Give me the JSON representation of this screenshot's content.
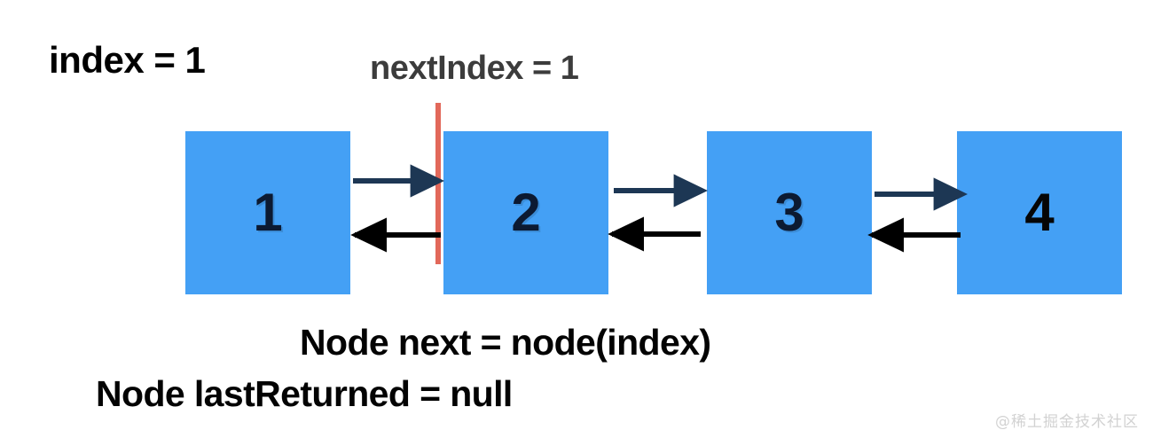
{
  "diagram": {
    "title": "LinkedList iterator state diagram",
    "background_color": "#ffffff",
    "labels": {
      "index": "index = 1",
      "next_index": "nextIndex = 1",
      "node_next": "Node next = node(index)",
      "last_returned": "Node lastReturned = null"
    },
    "colors": {
      "node_fill": "#44a0f5",
      "marker_red": "#e2685a",
      "forward_arrow": "#1d3754",
      "back_arrow": "#000000",
      "index_text": "#000000",
      "next_index_text": "#3c3c3c",
      "code_text": "#030303",
      "watermark_text": "#d2d2d2"
    },
    "nodes": [
      {
        "value": "1",
        "value_color": "navy"
      },
      {
        "value": "2",
        "value_color": "navy"
      },
      {
        "value": "3",
        "value_color": "navy"
      },
      {
        "value": "4",
        "value_color": "black"
      }
    ],
    "links": [
      {
        "from": "1",
        "to": "2",
        "direction": "forward",
        "style": "navy"
      },
      {
        "from": "2",
        "to": "1",
        "direction": "backward",
        "style": "black"
      },
      {
        "from": "2",
        "to": "3",
        "direction": "forward",
        "style": "navy"
      },
      {
        "from": "3",
        "to": "2",
        "direction": "backward",
        "style": "black"
      },
      {
        "from": "3",
        "to": "4",
        "direction": "forward",
        "style": "navy"
      },
      {
        "from": "4",
        "to": "3",
        "direction": "backward",
        "style": "black"
      }
    ],
    "marker": {
      "name": "nextIndex pointer",
      "label": "nextIndex = 1",
      "position": "between node 1 and node 2"
    },
    "watermark": "@稀土掘金技术社区"
  }
}
